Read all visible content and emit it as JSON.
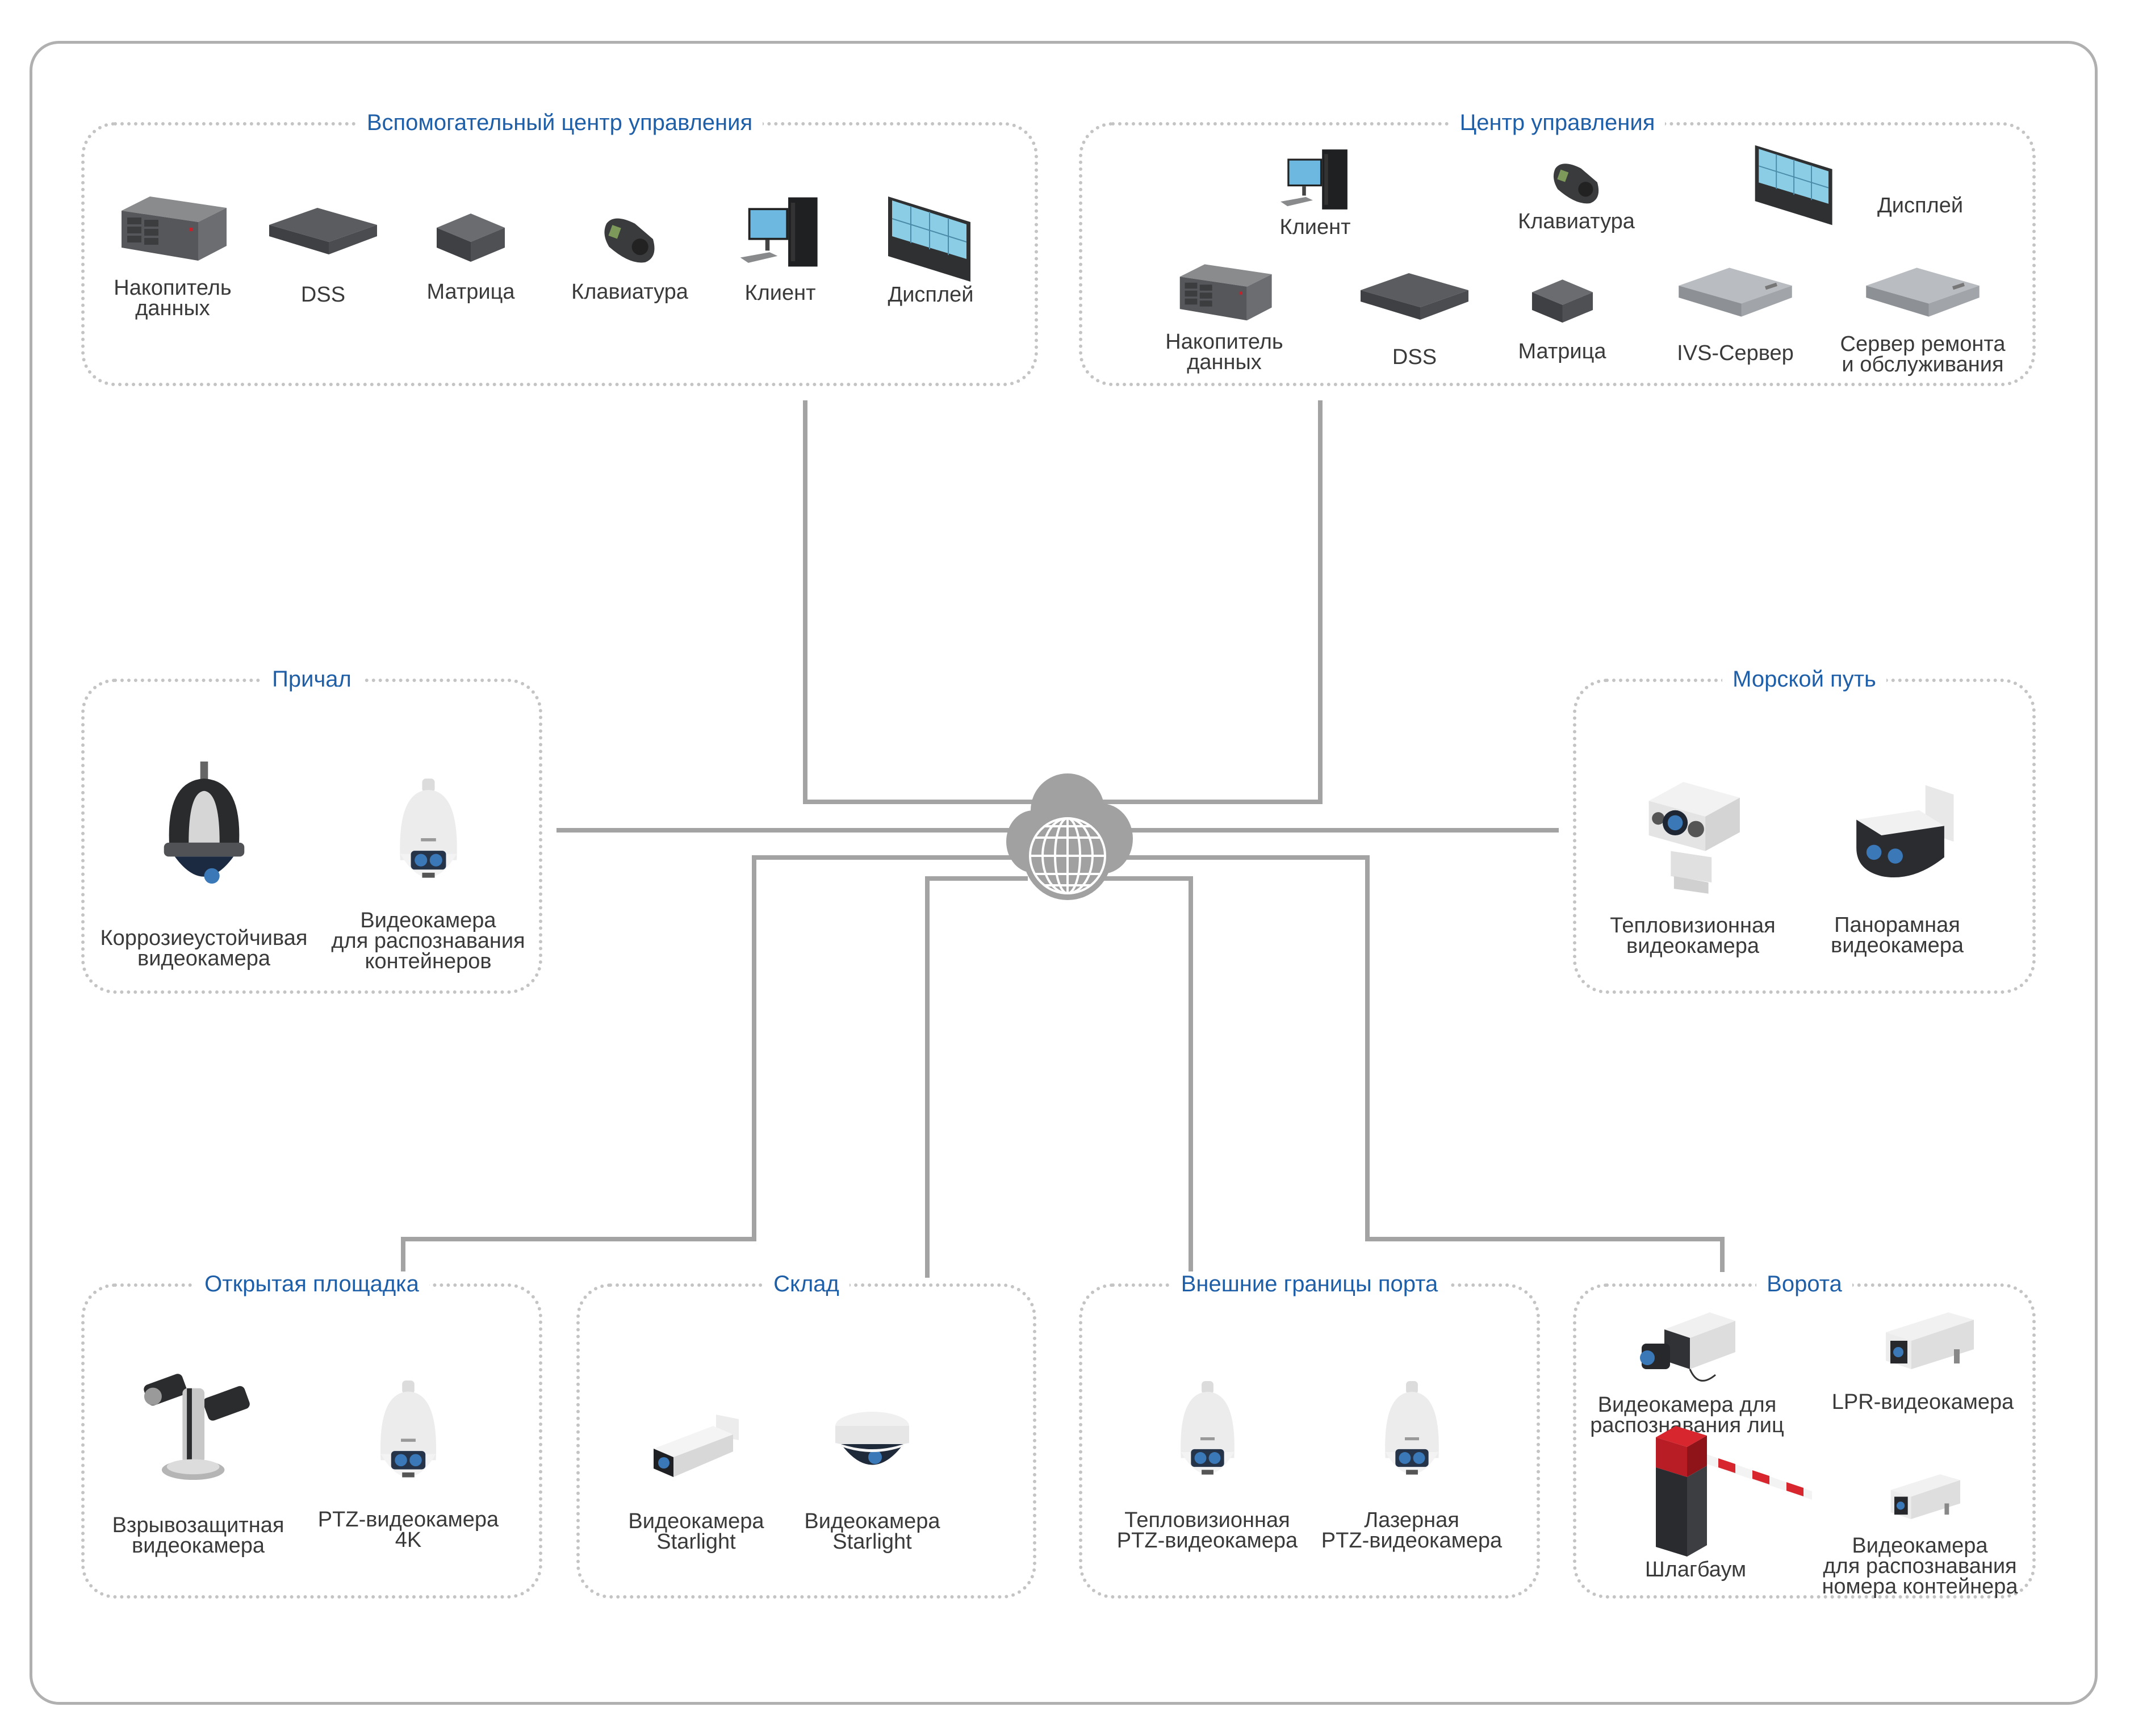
{
  "title": "Схема системы видеонаблюдения порта",
  "colors": {
    "title_blue": "#1f5fa8",
    "line_gray": "#a0a0a0",
    "frame_gray": "#b0b0b0",
    "device_dark": "#4a4b4d",
    "screen_blue": "#7cc4dc",
    "barrier_red": "#c8202a"
  },
  "network": {
    "icon": "cloud-globe-icon"
  },
  "groups": {
    "aux_center": {
      "title": "Вспомогательный центр управления",
      "items": [
        {
          "label": "Накопитель\nданных",
          "icon": "storage-server-icon"
        },
        {
          "label": "DSS",
          "icon": "dss-server-icon"
        },
        {
          "label": "Матрица",
          "icon": "matrix-icon"
        },
        {
          "label": "Клавиатура",
          "icon": "keyboard-joystick-icon"
        },
        {
          "label": "Клиент",
          "icon": "client-pc-icon"
        },
        {
          "label": "Дисплей",
          "icon": "video-wall-icon"
        }
      ]
    },
    "control_center": {
      "title": "Центр управления",
      "items": [
        {
          "label": "Клиент",
          "icon": "client-pc-icon"
        },
        {
          "label": "Клавиатура",
          "icon": "keyboard-joystick-icon"
        },
        {
          "label": "Дисплей",
          "icon": "video-wall-icon"
        },
        {
          "label": "Накопитель\nданных",
          "icon": "storage-server-icon"
        },
        {
          "label": "DSS",
          "icon": "dss-server-icon"
        },
        {
          "label": "Матрица",
          "icon": "matrix-icon"
        },
        {
          "label": "IVS-Сервер",
          "icon": "ivs-server-icon"
        },
        {
          "label": "Сервер ремонта\nи обслуживания",
          "icon": "maintenance-server-icon"
        }
      ]
    },
    "berth": {
      "title": "Причал",
      "items": [
        {
          "label": "Коррозиеустойчивая\nвидеокамера",
          "icon": "anticorrosion-dome-camera-icon"
        },
        {
          "label": "Видеокамера\nдля распознавания\nконтейнеров",
          "icon": "ptz-dome-camera-icon"
        }
      ]
    },
    "sea_route": {
      "title": "Морской путь",
      "items": [
        {
          "label": "Тепловизионная\nвидеокамера",
          "icon": "thermal-camera-icon"
        },
        {
          "label": "Панорамная\nвидеокамера",
          "icon": "panoramic-camera-icon"
        }
      ]
    },
    "open_area": {
      "title": "Открытая площадка",
      "items": [
        {
          "label": "Взрывозащитная\nвидеокамера",
          "icon": "explosion-proof-camera-icon"
        },
        {
          "label": "PTZ-видеокамера\n4K",
          "icon": "ptz-dome-camera-icon"
        }
      ]
    },
    "warehouse": {
      "title": "Склад",
      "items": [
        {
          "label": "Видеокамера\nStarlight",
          "icon": "bullet-camera-icon"
        },
        {
          "label": "Видеокамера\nStarlight",
          "icon": "dome-camera-icon"
        }
      ]
    },
    "perimeter": {
      "title": "Внешние границы порта",
      "items": [
        {
          "label": "Тепловизионная\nPTZ-видеокамера",
          "icon": "ptz-dome-camera-icon"
        },
        {
          "label": "Лазерная\nPTZ-видеокамера",
          "icon": "ptz-dome-camera-icon"
        }
      ]
    },
    "gate": {
      "title": "Ворота",
      "items": [
        {
          "label": "Видеокамера для\nраспознавания лиц",
          "icon": "box-camera-icon"
        },
        {
          "label": "LPR-видеокамера",
          "icon": "lpr-camera-icon"
        },
        {
          "label": "Шлагбаум",
          "icon": "barrier-gate-icon"
        },
        {
          "label": "Видеокамера\nдля распознавания\nномера контейнера",
          "icon": "lpr-camera-icon"
        }
      ]
    }
  }
}
